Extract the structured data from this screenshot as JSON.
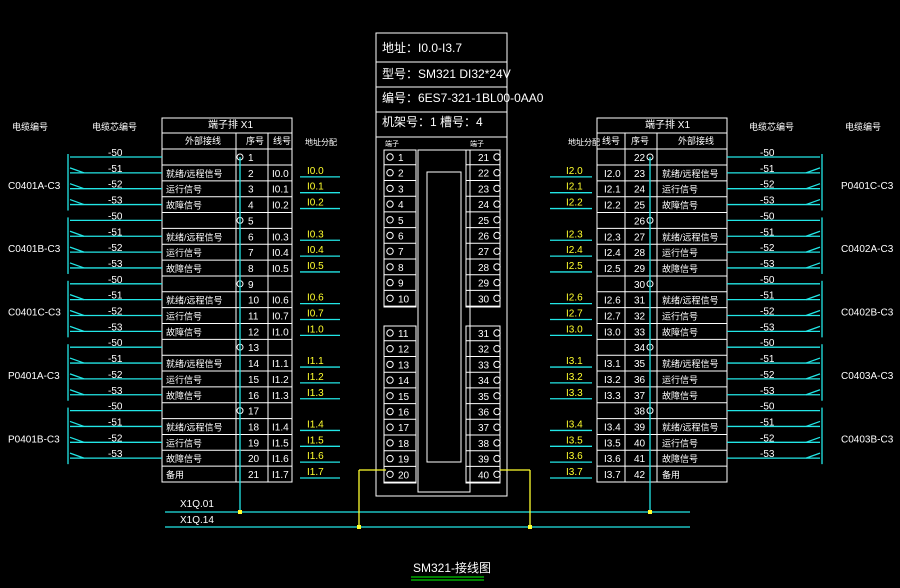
{
  "module": {
    "address": "地址：I0.0-I3.7",
    "model": "型号：SM321 DI32*24V",
    "part_no": "编号：6ES7-321-1BL00-0AA0",
    "rack_slot": "机架号：1  槽号：4"
  },
  "title": "SM321-接线图",
  "headers": {
    "cable_no": "电缆编号",
    "core_no": "电缆芯编号",
    "terminal": "端子排 X1",
    "ext_conn": "外部接线",
    "seq": "序号",
    "wire": "线号",
    "addr": "地址分配",
    "slot_left": "端子",
    "slot_right": "端子"
  },
  "buses": [
    "X1Q.01",
    "X1Q.14"
  ],
  "left": {
    "groups": [
      {
        "cable": "C0401A-C3",
        "cores": [
          "-50",
          "-51",
          "-52",
          "-53"
        ],
        "rows": [
          {
            "seq": "1",
            "desc": "",
            "wire": "",
            "addr": ""
          },
          {
            "seq": "2",
            "desc": "就绪/远程信号",
            "wire": "I0.0",
            "addr": "I0.0"
          },
          {
            "seq": "3",
            "desc": "运行信号",
            "wire": "I0.1",
            "addr": "I0.1"
          },
          {
            "seq": "4",
            "desc": "故障信号",
            "wire": "I0.2",
            "addr": "I0.2"
          }
        ]
      },
      {
        "cable": "C0401B-C3",
        "cores": [
          "-50",
          "-51",
          "-52",
          "-53"
        ],
        "rows": [
          {
            "seq": "5",
            "desc": "",
            "wire": "",
            "addr": ""
          },
          {
            "seq": "6",
            "desc": "就绪/远程信号",
            "wire": "I0.3",
            "addr": "I0.3"
          },
          {
            "seq": "7",
            "desc": "运行信号",
            "wire": "I0.4",
            "addr": "I0.4"
          },
          {
            "seq": "8",
            "desc": "故障信号",
            "wire": "I0.5",
            "addr": "I0.5"
          }
        ]
      },
      {
        "cable": "C0401C-C3",
        "cores": [
          "-50",
          "-51",
          "-52",
          "-53"
        ],
        "rows": [
          {
            "seq": "9",
            "desc": "",
            "wire": "",
            "addr": ""
          },
          {
            "seq": "10",
            "desc": "就绪/远程信号",
            "wire": "I0.6",
            "addr": "I0.6"
          },
          {
            "seq": "11",
            "desc": "运行信号",
            "wire": "I0.7",
            "addr": "I0.7"
          },
          {
            "seq": "12",
            "desc": "故障信号",
            "wire": "I1.0",
            "addr": "I1.0"
          }
        ]
      },
      {
        "cable": "P0401A-C3",
        "cores": [
          "-50",
          "-51",
          "-52",
          "-53"
        ],
        "rows": [
          {
            "seq": "13",
            "desc": "",
            "wire": "",
            "addr": ""
          },
          {
            "seq": "14",
            "desc": "就绪/远程信号",
            "wire": "I1.1",
            "addr": "I1.1"
          },
          {
            "seq": "15",
            "desc": "运行信号",
            "wire": "I1.2",
            "addr": "I1.2"
          },
          {
            "seq": "16",
            "desc": "故障信号",
            "wire": "I1.3",
            "addr": "I1.3"
          }
        ]
      },
      {
        "cable": "P0401B-C3",
        "cores": [
          "-50",
          "-51",
          "-52",
          "-53"
        ],
        "rows": [
          {
            "seq": "17",
            "desc": "",
            "wire": "",
            "addr": ""
          },
          {
            "seq": "18",
            "desc": "就绪/远程信号",
            "wire": "I1.4",
            "addr": "I1.4"
          },
          {
            "seq": "19",
            "desc": "运行信号",
            "wire": "I1.5",
            "addr": "I1.5"
          },
          {
            "seq": "20",
            "desc": "故障信号",
            "wire": "I1.6",
            "addr": "I1.6"
          }
        ]
      }
    ],
    "spare": {
      "seq": "21",
      "desc": "备用",
      "wire": "I1.7",
      "addr": "I1.7"
    }
  },
  "right": {
    "groups": [
      {
        "cable": "P0401C-C3",
        "cores": [
          "-50",
          "-51",
          "-52",
          "-53"
        ],
        "rows": [
          {
            "seq": "22",
            "desc": "",
            "wire": "",
            "addr": ""
          },
          {
            "seq": "23",
            "desc": "就绪/远程信号",
            "wire": "I2.0",
            "addr": "I2.0"
          },
          {
            "seq": "24",
            "desc": "运行信号",
            "wire": "I2.1",
            "addr": "I2.1"
          },
          {
            "seq": "25",
            "desc": "故障信号",
            "wire": "I2.2",
            "addr": "I2.2"
          }
        ]
      },
      {
        "cable": "C0402A-C3",
        "cores": [
          "-50",
          "-51",
          "-52",
          "-53"
        ],
        "rows": [
          {
            "seq": "26",
            "desc": "",
            "wire": "",
            "addr": ""
          },
          {
            "seq": "27",
            "desc": "就绪/远程信号",
            "wire": "I2.3",
            "addr": "I2.3"
          },
          {
            "seq": "28",
            "desc": "运行信号",
            "wire": "I2.4",
            "addr": "I2.4"
          },
          {
            "seq": "29",
            "desc": "故障信号",
            "wire": "I2.5",
            "addr": "I2.5"
          }
        ]
      },
      {
        "cable": "C0402B-C3",
        "cores": [
          "-50",
          "-51",
          "-52",
          "-53"
        ],
        "rows": [
          {
            "seq": "30",
            "desc": "",
            "wire": "",
            "addr": ""
          },
          {
            "seq": "31",
            "desc": "就绪/远程信号",
            "wire": "I2.6",
            "addr": "I2.6"
          },
          {
            "seq": "32",
            "desc": "运行信号",
            "wire": "I2.7",
            "addr": "I2.7"
          },
          {
            "seq": "33",
            "desc": "故障信号",
            "wire": "I3.0",
            "addr": "I3.0"
          }
        ]
      },
      {
        "cable": "C0403A-C3",
        "cores": [
          "-50",
          "-51",
          "-52",
          "-53"
        ],
        "rows": [
          {
            "seq": "34",
            "desc": "",
            "wire": "",
            "addr": ""
          },
          {
            "seq": "35",
            "desc": "就绪/远程信号",
            "wire": "I3.1",
            "addr": "I3.1"
          },
          {
            "seq": "36",
            "desc": "运行信号",
            "wire": "I3.2",
            "addr": "I3.2"
          },
          {
            "seq": "37",
            "desc": "故障信号",
            "wire": "I3.3",
            "addr": "I3.3"
          }
        ]
      },
      {
        "cable": "C0403B-C3",
        "cores": [
          "-50",
          "-51",
          "-52",
          "-53"
        ],
        "rows": [
          {
            "seq": "38",
            "desc": "",
            "wire": "",
            "addr": ""
          },
          {
            "seq": "39",
            "desc": "就绪/远程信号",
            "wire": "I3.4",
            "addr": "I3.4"
          },
          {
            "seq": "40",
            "desc": "运行信号",
            "wire": "I3.5",
            "addr": "I3.5"
          },
          {
            "seq": "41",
            "desc": "故障信号",
            "wire": "I3.6",
            "addr": "I3.6"
          }
        ]
      }
    ],
    "spare": {
      "seq": "42",
      "desc": "备用",
      "wire": "I3.7",
      "addr": "I3.7"
    }
  },
  "module_pins": {
    "left_upper": [
      "1",
      "2",
      "3",
      "4",
      "5",
      "6",
      "7",
      "8",
      "9",
      "10"
    ],
    "left_lower": [
      "11",
      "12",
      "13",
      "14",
      "15",
      "16",
      "17",
      "18",
      "19",
      "20"
    ],
    "right_upper": [
      "21",
      "22",
      "23",
      "24",
      "25",
      "26",
      "27",
      "28",
      "29",
      "30"
    ],
    "right_lower": [
      "31",
      "32",
      "33",
      "34",
      "35",
      "36",
      "37",
      "38",
      "39",
      "40"
    ]
  },
  "colors": {
    "text": "#ffffff",
    "address": "#ffff2e",
    "wire": "#22e6e6",
    "title_underline": "#00ff00"
  }
}
